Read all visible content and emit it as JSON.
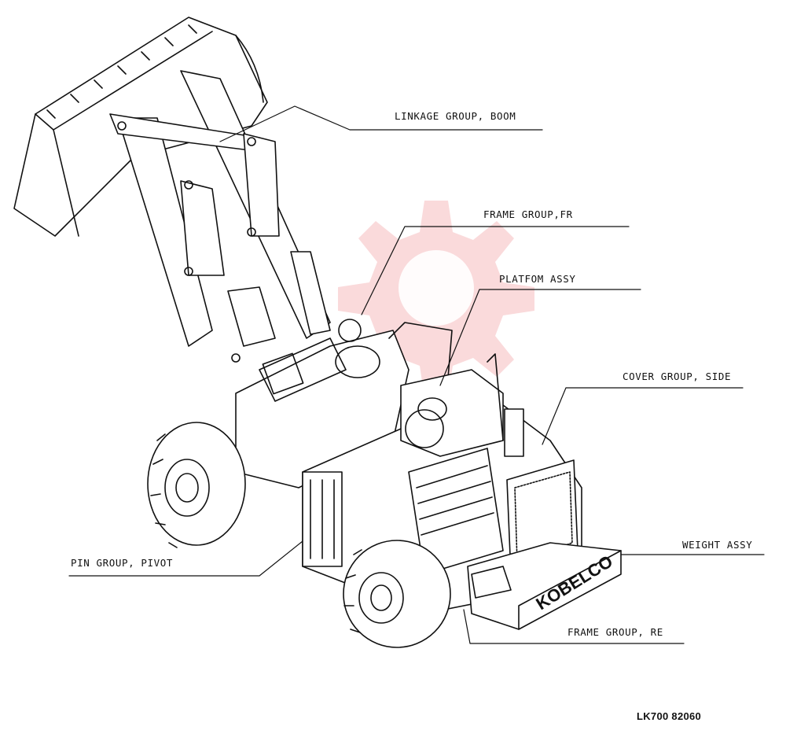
{
  "diagram": {
    "labels": {
      "linkage_boom": "LINKAGE GROUP, BOOM",
      "frame_fr": "FRAME GROUP,FR",
      "platform": "PLATFOM ASSY",
      "cover_side": "COVER GROUP, SIDE",
      "weight": "WEIGHT ASSY",
      "pin_pivot": "PIN GROUP, PIVOT",
      "frame_re": "FRAME GROUP, RE"
    },
    "brand_marking": "KOBELCO",
    "drawing_code": "LK700 82060",
    "watermark_color": "#e8585a",
    "line_color": "#111111"
  }
}
